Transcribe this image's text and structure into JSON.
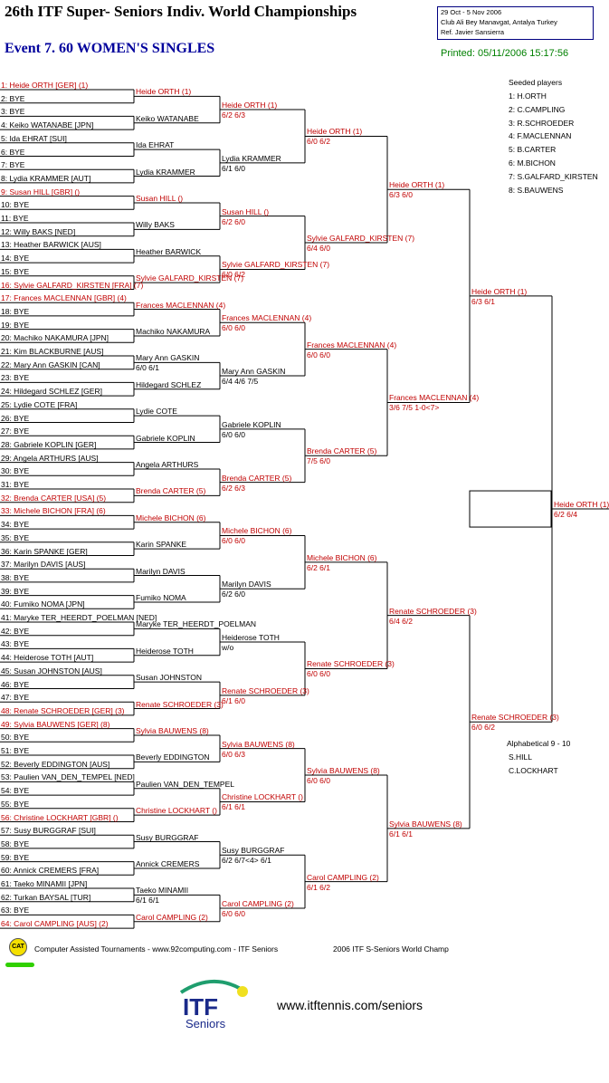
{
  "header": {
    "title": "26th ITF Super- Seniors Indiv. World Championships",
    "event": "Event 7. 60 WOMEN'S SINGLES",
    "info": [
      "29 Oct - 5 Nov 2006",
      "Club Ali Bey Manavgat, Antalya   Turkey",
      "Ref. Javier Sansierra"
    ],
    "printed": "Printed: 05/11/2006 15:17:56"
  },
  "colors": {
    "seed": "#c00000",
    "line": "#000000",
    "title_blue": "#00009c",
    "printed_green": "#008000"
  },
  "draw": [
    {
      "t": "1: Heide ORTH [GER] (1)",
      "s": true
    },
    {
      "t": "2: BYE",
      "s": false
    },
    {
      "t": "3: BYE",
      "s": false
    },
    {
      "t": "4: Keiko WATANABE [JPN]",
      "s": false
    },
    {
      "t": "5: Ida EHRAT [SUI]",
      "s": false
    },
    {
      "t": "6: BYE",
      "s": false
    },
    {
      "t": "7: BYE",
      "s": false
    },
    {
      "t": "8: Lydia KRAMMER [AUT]",
      "s": false
    },
    {
      "t": "9: Susan HILL [GBR] ()",
      "s": true
    },
    {
      "t": "10: BYE",
      "s": false
    },
    {
      "t": "11: BYE",
      "s": false
    },
    {
      "t": "12: Willy BAKS [NED]",
      "s": false
    },
    {
      "t": "13: Heather BARWICK [AUS]",
      "s": false
    },
    {
      "t": "14: BYE",
      "s": false
    },
    {
      "t": "15: BYE",
      "s": false
    },
    {
      "t": "16: Sylvie GALFARD_KIRSTEN [FRA] (7)",
      "s": true
    },
    {
      "t": "17: Frances MACLENNAN [GBR] (4)",
      "s": true
    },
    {
      "t": "18: BYE",
      "s": false
    },
    {
      "t": "19: BYE",
      "s": false
    },
    {
      "t": "20: Machiko NAKAMURA [JPN]",
      "s": false
    },
    {
      "t": "21: Kim BLACKBURNE [AUS]",
      "s": false
    },
    {
      "t": "22: Mary Ann GASKIN [CAN]",
      "s": false
    },
    {
      "t": "23: BYE",
      "s": false
    },
    {
      "t": "24: Hildegard SCHLEZ [GER]",
      "s": false
    },
    {
      "t": "25: Lydie COTE [FRA]",
      "s": false
    },
    {
      "t": "26: BYE",
      "s": false
    },
    {
      "t": "27: BYE",
      "s": false
    },
    {
      "t": "28: Gabriele KOPLIN [GER]",
      "s": false
    },
    {
      "t": "29: Angela ARTHURS [AUS]",
      "s": false
    },
    {
      "t": "30: BYE",
      "s": false
    },
    {
      "t": "31: BYE",
      "s": false
    },
    {
      "t": "32: Brenda CARTER [USA] (5)",
      "s": true
    },
    {
      "t": "33: Michele BICHON [FRA] (6)",
      "s": true
    },
    {
      "t": "34: BYE",
      "s": false
    },
    {
      "t": "35: BYE",
      "s": false
    },
    {
      "t": "36: Karin SPANKE [GER]",
      "s": false
    },
    {
      "t": "37: Marilyn DAVIS [AUS]",
      "s": false
    },
    {
      "t": "38: BYE",
      "s": false
    },
    {
      "t": "39: BYE",
      "s": false
    },
    {
      "t": "40: Fumiko NOMA [JPN]",
      "s": false
    },
    {
      "t": "41: Maryke TER_HEERDT_POELMAN [NED]",
      "s": false
    },
    {
      "t": "42: BYE",
      "s": false
    },
    {
      "t": "43: BYE",
      "s": false
    },
    {
      "t": "44: Heiderose TOTH [AUT]",
      "s": false
    },
    {
      "t": "45: Susan JOHNSTON [AUS]",
      "s": false
    },
    {
      "t": "46: BYE",
      "s": false
    },
    {
      "t": "47: BYE",
      "s": false
    },
    {
      "t": "48: Renate SCHROEDER [GER] (3)",
      "s": true
    },
    {
      "t": "49: Sylvia BAUWENS [GER] (8)",
      "s": true
    },
    {
      "t": "50: BYE",
      "s": false
    },
    {
      "t": "51: BYE",
      "s": false
    },
    {
      "t": "52: Beverly EDDINGTON [AUS]",
      "s": false
    },
    {
      "t": "53: Paulien VAN_DEN_TEMPEL [NED]",
      "s": false
    },
    {
      "t": "54: BYE",
      "s": false
    },
    {
      "t": "55: BYE",
      "s": false
    },
    {
      "t": "56: Christine LOCKHART [GBR] ()",
      "s": true
    },
    {
      "t": "57: Susy BURGGRAF [SUI]",
      "s": false
    },
    {
      "t": "58: BYE",
      "s": false
    },
    {
      "t": "59: BYE",
      "s": false
    },
    {
      "t": "60: Annick CREMERS [FRA]",
      "s": false
    },
    {
      "t": "61: Taeko MINAMII [JPN]",
      "s": false
    },
    {
      "t": "62: Turkan BAYSAL [TUR]",
      "s": false
    },
    {
      "t": "63: BYE",
      "s": false
    },
    {
      "t": "64: Carol CAMPLING [AUS] (2)",
      "s": true
    }
  ],
  "rounds": [
    [
      {
        "n": "Heide ORTH (1)",
        "s": true,
        "sc": ""
      },
      {
        "n": "Keiko WATANABE",
        "s": false,
        "sc": ""
      },
      {
        "n": "Ida EHRAT",
        "s": false,
        "sc": ""
      },
      {
        "n": "Lydia KRAMMER",
        "s": false,
        "sc": ""
      },
      {
        "n": "Susan HILL ()",
        "s": true,
        "sc": ""
      },
      {
        "n": "Willy BAKS",
        "s": false,
        "sc": ""
      },
      {
        "n": "Heather BARWICK",
        "s": false,
        "sc": ""
      },
      {
        "n": "Sylvie GALFARD_KIRSTEN (7)",
        "s": true,
        "sc": ""
      },
      {
        "n": "Frances MACLENNAN (4)",
        "s": true,
        "sc": ""
      },
      {
        "n": "Machiko NAKAMURA",
        "s": false,
        "sc": ""
      },
      {
        "n": "Mary Ann GASKIN",
        "s": false,
        "sc": "6/0 6/1"
      },
      {
        "n": "Hildegard SCHLEZ",
        "s": false,
        "sc": ""
      },
      {
        "n": "Lydie COTE",
        "s": false,
        "sc": ""
      },
      {
        "n": "Gabriele KOPLIN",
        "s": false,
        "sc": ""
      },
      {
        "n": "Angela ARTHURS",
        "s": false,
        "sc": ""
      },
      {
        "n": "Brenda CARTER (5)",
        "s": true,
        "sc": ""
      },
      {
        "n": "Michele BICHON (6)",
        "s": true,
        "sc": ""
      },
      {
        "n": "Karin SPANKE",
        "s": false,
        "sc": ""
      },
      {
        "n": "Marilyn DAVIS",
        "s": false,
        "sc": ""
      },
      {
        "n": "Fumiko NOMA",
        "s": false,
        "sc": ""
      },
      {
        "n": "Maryke TER_HEERDT_POELMAN",
        "s": false,
        "sc": ""
      },
      {
        "n": "Heiderose TOTH",
        "s": false,
        "sc": ""
      },
      {
        "n": "Susan JOHNSTON",
        "s": false,
        "sc": ""
      },
      {
        "n": "Renate SCHROEDER (3)",
        "s": true,
        "sc": ""
      },
      {
        "n": "Sylvia BAUWENS (8)",
        "s": true,
        "sc": ""
      },
      {
        "n": "Beverly EDDINGTON",
        "s": false,
        "sc": ""
      },
      {
        "n": "Paulien VAN_DEN_TEMPEL",
        "s": false,
        "sc": ""
      },
      {
        "n": "Christine LOCKHART ()",
        "s": true,
        "sc": ""
      },
      {
        "n": "Susy BURGGRAF",
        "s": false,
        "sc": ""
      },
      {
        "n": "Annick CREMERS",
        "s": false,
        "sc": ""
      },
      {
        "n": "Taeko MINAMII",
        "s": false,
        "sc": "6/1 6/1"
      },
      {
        "n": "Carol CAMPLING (2)",
        "s": true,
        "sc": ""
      }
    ],
    [
      {
        "n": "Heide ORTH (1)",
        "s": true,
        "sc": "6/2 6/3"
      },
      {
        "n": "Lydia KRAMMER",
        "s": false,
        "sc": "6/1 6/0"
      },
      {
        "n": "Susan HILL ()",
        "s": true,
        "sc": "6/2 6/0"
      },
      {
        "n": "Sylvie GALFARD_KIRSTEN (7)",
        "s": true,
        "sc": "6/0 6/2"
      },
      {
        "n": "Frances MACLENNAN (4)",
        "s": true,
        "sc": "6/0 6/0"
      },
      {
        "n": "Mary Ann GASKIN",
        "s": false,
        "sc": "6/4 4/6 7/5"
      },
      {
        "n": "Gabriele KOPLIN",
        "s": false,
        "sc": "6/0 6/0"
      },
      {
        "n": "Brenda CARTER (5)",
        "s": true,
        "sc": "6/2 6/3"
      },
      {
        "n": "Michele BICHON (6)",
        "s": true,
        "sc": "6/0 6/0"
      },
      {
        "n": "Marilyn DAVIS",
        "s": false,
        "sc": "6/2 6/0"
      },
      {
        "n": "Heiderose TOTH",
        "s": false,
        "sc": "w/o"
      },
      {
        "n": "Renate SCHROEDER (3)",
        "s": true,
        "sc": "6/1 6/0"
      },
      {
        "n": "Sylvia BAUWENS (8)",
        "s": true,
        "sc": "6/0 6/3"
      },
      {
        "n": "Christine LOCKHART ()",
        "s": true,
        "sc": "6/1 6/1"
      },
      {
        "n": "Susy BURGGRAF",
        "s": false,
        "sc": "6/2 6/7<4> 6/1"
      },
      {
        "n": "Carol CAMPLING (2)",
        "s": true,
        "sc": "6/0 6/0"
      }
    ],
    [
      {
        "n": "Heide ORTH (1)",
        "s": true,
        "sc": "6/0 6/2"
      },
      {
        "n": "Sylvie GALFARD_KIRSTEN (7)",
        "s": true,
        "sc": "6/4 6/0"
      },
      {
        "n": "Frances MACLENNAN (4)",
        "s": true,
        "sc": "6/0 6/0"
      },
      {
        "n": "Brenda CARTER (5)",
        "s": true,
        "sc": "7/5 6/0"
      },
      {
        "n": "Michele BICHON (6)",
        "s": true,
        "sc": "6/2 6/1"
      },
      {
        "n": "Renate SCHROEDER (3)",
        "s": true,
        "sc": "6/0 6/0"
      },
      {
        "n": "Sylvia BAUWENS (8)",
        "s": true,
        "sc": "6/0 6/0"
      },
      {
        "n": "Carol CAMPLING (2)",
        "s": true,
        "sc": "6/1 6/2"
      }
    ],
    [
      {
        "n": "Heide ORTH (1)",
        "s": true,
        "sc": "6/3 6/0"
      },
      {
        "n": "Frances MACLENNAN (4)",
        "s": true,
        "sc": "3/6 7/5 1-0<7>"
      },
      {
        "n": "Renate SCHROEDER (3)",
        "s": true,
        "sc": "6/4 6/2"
      },
      {
        "n": "Sylvia BAUWENS (8)",
        "s": true,
        "sc": "6/1 6/1"
      }
    ],
    [
      {
        "n": "Heide ORTH (1)",
        "s": true,
        "sc": "6/3 6/1"
      },
      {
        "n": "Renate SCHROEDER (3)",
        "s": true,
        "sc": "6/0 6/2"
      }
    ],
    [
      {
        "n": "Heide ORTH (1)",
        "s": true,
        "sc": "6/2 6/4"
      }
    ]
  ],
  "seeded": {
    "title": "Seeded players",
    "list": [
      "1: H.ORTH",
      "2: C.CAMPLING",
      "3: R.SCHROEDER",
      "4: F.MACLENNAN",
      "5: B.CARTER",
      "6: M.BICHON",
      "7: S.GALFARD_KIRSTEN",
      "8: S.BAUWENS"
    ]
  },
  "alphabetical": {
    "title": "Alphabetical  9 - 10",
    "list": [
      "S.HILL",
      "C.LOCKHART"
    ]
  },
  "footer": {
    "cat_label": "CAT",
    "left": "Computer Assisted Tournaments - www.92computing.com -  ITF Seniors",
    "right": "2006 ITF S-Seniors World Champ",
    "logo_text": "ITF",
    "logo_sub": "Seniors",
    "url": "www.itftennis.com/seniors"
  }
}
